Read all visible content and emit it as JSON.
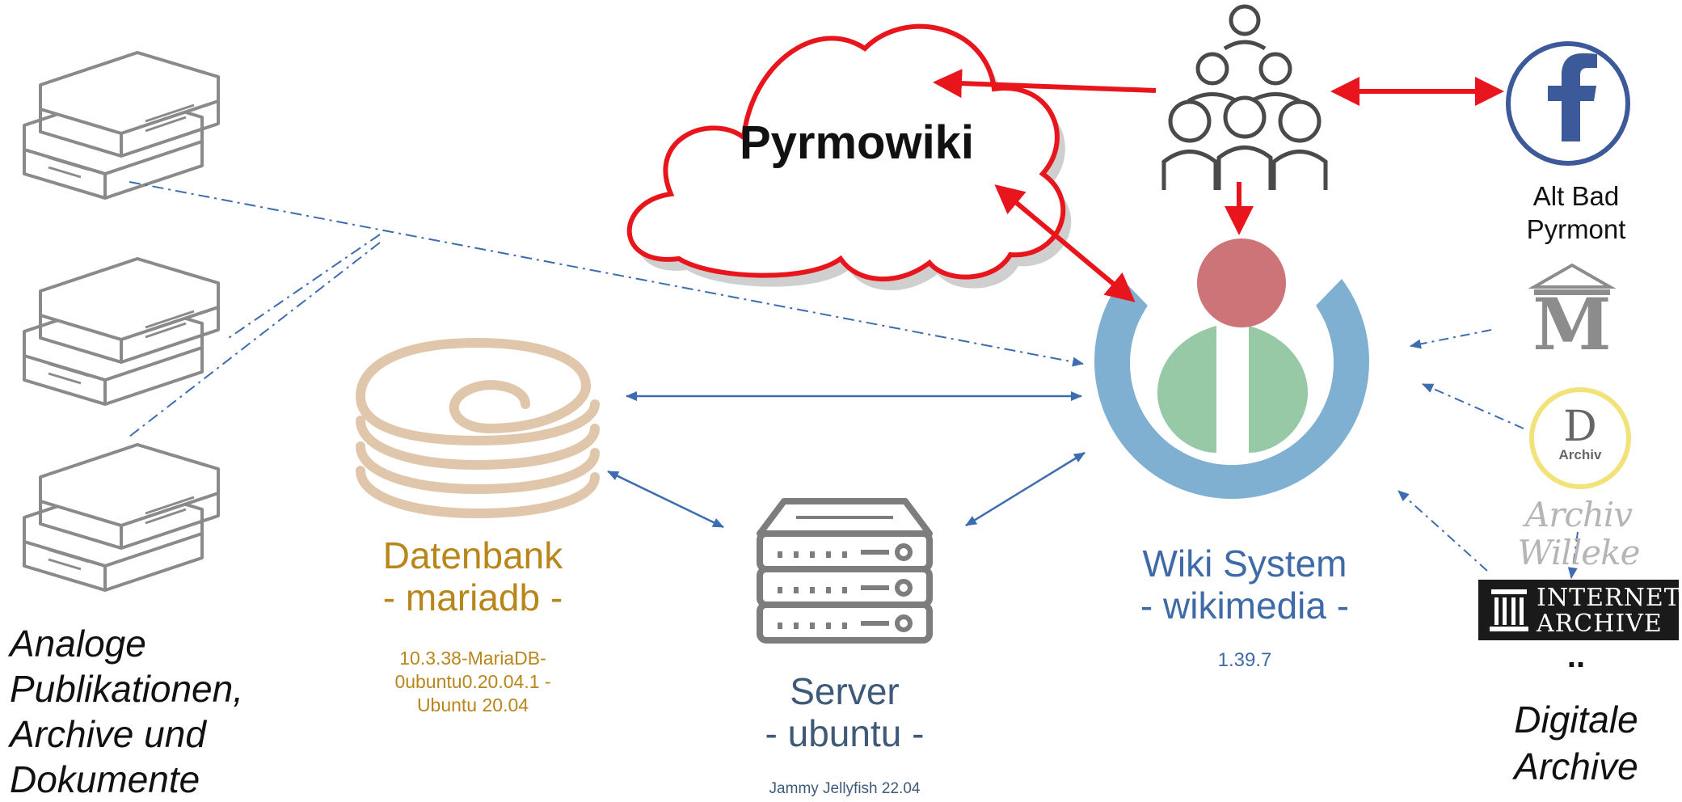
{
  "colors": {
    "red_arrow": "#e8161c",
    "blue_arrow": "#3d6cb0",
    "db_color": "#b8861b",
    "server_color": "#3e5a78",
    "wiki_blue": "#7fb0d2",
    "wiki_red": "#cc7478",
    "wiki_green": "#97c9a6",
    "facebook": "#3c5a99",
    "book_gray": "#8a8a8a"
  },
  "cloud": {
    "label": "Pyrmowiki"
  },
  "books": {
    "caption_lines": [
      "Analoge",
      "Publikationen,",
      "Archive und",
      "Dokumente"
    ]
  },
  "database": {
    "title": "Datenbank",
    "subtitle": "- mariadb -",
    "version_lines": [
      "10.3.38-MariaDB-",
      "0ubuntu0.20.04.1 -",
      "Ubuntu 20.04"
    ]
  },
  "server": {
    "title": "Server",
    "subtitle": "- ubuntu -",
    "version": "Jammy Jellyfish 22.04"
  },
  "wiki": {
    "title": "Wiki System",
    "subtitle": "- wikimedia -",
    "version": "1.39.7"
  },
  "facebook": {
    "caption_lines": [
      "Alt Bad",
      "Pyrmont"
    ]
  },
  "archives": {
    "archiv_badge": "Archiv",
    "willeke": "Archiv Willeke",
    "internet_archive_lines": [
      "INTERNET",
      "ARCHIVE"
    ],
    "ellipsis": "..",
    "caption_lines": [
      "Digitale",
      "Archive"
    ]
  },
  "icons": [
    "books-icon",
    "cloud-icon",
    "people-group-icon",
    "facebook-icon",
    "m-logo-icon",
    "d-archiv-icon",
    "internet-archive-icon",
    "database-icon",
    "server-icon",
    "wikimedia-icon"
  ]
}
